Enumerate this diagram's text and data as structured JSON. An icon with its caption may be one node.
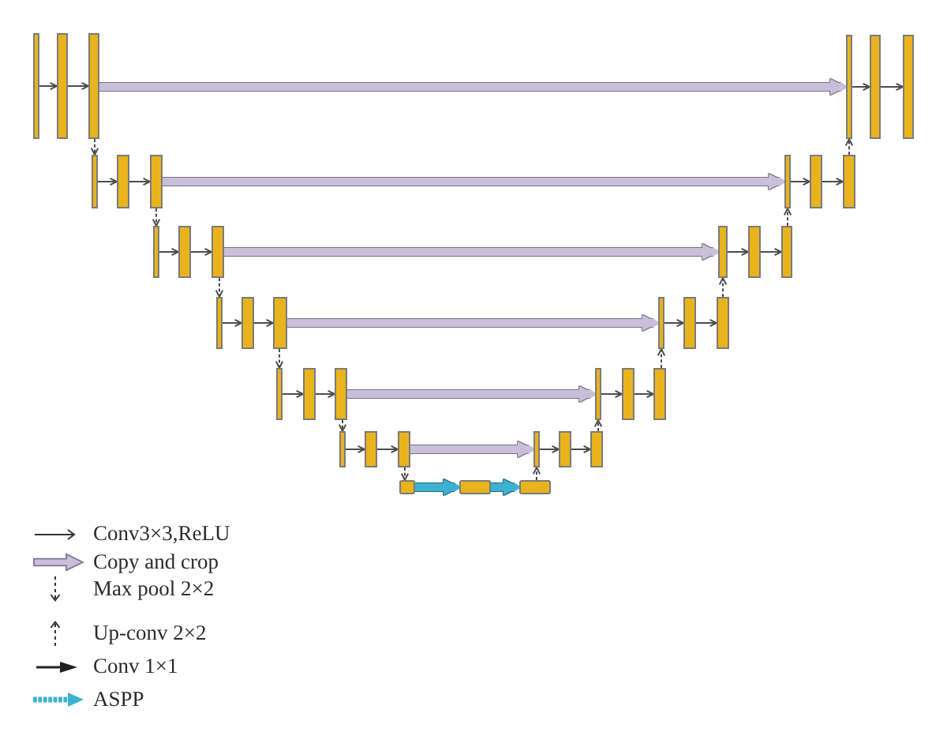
{
  "diagram": {
    "nodes": [
      {
        "text": [],
        "shape": "bar"
      },
      {
        "text": [],
        "shape": "bar"
      },
      {
        "text": [],
        "shape": "bar"
      },
      {
        "text": [],
        "shape": "bar"
      },
      {
        "text": [],
        "shape": "bar"
      },
      {
        "text": [],
        "shape": "bar"
      },
      {
        "text": [],
        "shape": "bar"
      },
      {
        "text": [],
        "shape": "bar"
      },
      {
        "text": [],
        "shape": "bar"
      },
      {
        "text": [],
        "shape": "bar"
      },
      {
        "text": [],
        "shape": "bar"
      },
      {
        "text": [],
        "shape": "bar"
      },
      {
        "text": [],
        "shape": "bar"
      },
      {
        "text": [],
        "shape": "bar"
      },
      {
        "text": [],
        "shape": "bar"
      },
      {
        "text": [],
        "shape": "bar"
      },
      {
        "text": [],
        "shape": "bar"
      },
      {
        "text": [],
        "shape": "bar"
      },
      {
        "text": [],
        "shape": "box"
      },
      {
        "text": [],
        "shape": "box"
      },
      {
        "text": [],
        "shape": "box"
      },
      {
        "text": [],
        "shape": "bar"
      },
      {
        "text": [],
        "shape": "bar"
      },
      {
        "text": [],
        "shape": "bar"
      },
      {
        "text": [],
        "shape": "bar"
      },
      {
        "text": [],
        "shape": "bar"
      },
      {
        "text": [],
        "shape": "bar"
      },
      {
        "text": [],
        "shape": "bar"
      },
      {
        "text": [],
        "shape": "bar"
      },
      {
        "text": [],
        "shape": "bar"
      },
      {
        "text": [],
        "shape": "bar"
      },
      {
        "text": [],
        "shape": "bar"
      },
      {
        "text": [],
        "shape": "bar"
      },
      {
        "text": [],
        "shape": "bar"
      },
      {
        "text": [],
        "shape": "bar"
      },
      {
        "text": [],
        "shape": "bar"
      },
      {
        "text": [],
        "shape": "bar"
      },
      {
        "text": [],
        "shape": "bar"
      },
      {
        "text": [],
        "shape": "bar"
      }
    ],
    "edges": [
      {
        "from": 0,
        "to": 1,
        "arrow": "to"
      },
      {
        "from": 1,
        "to": 2,
        "arrow": "to"
      },
      {
        "from": 2,
        "to": 3,
        "arrow": "to",
        "style": "dashed"
      },
      {
        "from": 3,
        "to": 4,
        "arrow": "to"
      },
      {
        "from": 4,
        "to": 5,
        "arrow": "to"
      },
      {
        "from": 5,
        "to": 6,
        "arrow": "to",
        "style": "dashed"
      },
      {
        "from": 6,
        "to": 7,
        "arrow": "to"
      },
      {
        "from": 7,
        "to": 8,
        "arrow": "to"
      },
      {
        "from": 8,
        "to": 9,
        "arrow": "to",
        "style": "dashed"
      },
      {
        "from": 9,
        "to": 10,
        "arrow": "to"
      },
      {
        "from": 10,
        "to": 11,
        "arrow": "to"
      },
      {
        "from": 11,
        "to": 12,
        "arrow": "to",
        "style": "dashed"
      },
      {
        "from": 12,
        "to": 13,
        "arrow": "to"
      },
      {
        "from": 13,
        "to": 14,
        "arrow": "to"
      },
      {
        "from": 14,
        "to": 15,
        "arrow": "to",
        "style": "dashed"
      },
      {
        "from": 15,
        "to": 16,
        "arrow": "to"
      },
      {
        "from": 16,
        "to": 17,
        "arrow": "to"
      },
      {
        "from": 17,
        "to": 18,
        "arrow": "to",
        "style": "dashed"
      },
      {
        "from": 18,
        "to": 19,
        "arrow": "to",
        "style": "thick",
        "color": "#3eb1d1"
      },
      {
        "from": 19,
        "to": 20,
        "arrow": "to",
        "style": "thick",
        "color": "#3eb1d1"
      },
      {
        "from": 20,
        "to": 21,
        "arrow": "to",
        "style": "dashed"
      },
      {
        "from": 21,
        "to": 22,
        "arrow": "to"
      },
      {
        "from": 22,
        "to": 23,
        "arrow": "to"
      },
      {
        "from": 23,
        "to": 24,
        "arrow": "to",
        "style": "dashed"
      },
      {
        "from": 24,
        "to": 25,
        "arrow": "to"
      },
      {
        "from": 25,
        "to": 26,
        "arrow": "to"
      },
      {
        "from": 26,
        "to": 27,
        "arrow": "to",
        "style": "dashed"
      },
      {
        "from": 27,
        "to": 28,
        "arrow": "to"
      },
      {
        "from": 28,
        "to": 29,
        "arrow": "to"
      },
      {
        "from": 29,
        "to": 30,
        "arrow": "to",
        "style": "dashed"
      },
      {
        "from": 30,
        "to": 31,
        "arrow": "to"
      },
      {
        "from": 31,
        "to": 32,
        "arrow": "to"
      },
      {
        "from": 32,
        "to": 33,
        "arrow": "to",
        "style": "dashed"
      },
      {
        "from": 33,
        "to": 34,
        "arrow": "to"
      },
      {
        "from": 34,
        "to": 35,
        "arrow": "to"
      },
      {
        "from": 35,
        "to": 36,
        "arrow": "to",
        "style": "dashed"
      },
      {
        "from": 36,
        "to": 37,
        "arrow": "to"
      },
      {
        "from": 37,
        "to": 38,
        "arrow": "to"
      },
      {
        "from": 2,
        "to": 36,
        "arrow": "to",
        "style": "thick",
        "color": "#c8c0da"
      },
      {
        "from": 5,
        "to": 33,
        "arrow": "to",
        "style": "thick",
        "color": "#c8c0da"
      },
      {
        "from": 8,
        "to": 30,
        "arrow": "to",
        "style": "thick",
        "color": "#c8c0da"
      },
      {
        "from": 11,
        "to": 27,
        "arrow": "to",
        "style": "thick",
        "color": "#c8c0da"
      },
      {
        "from": 14,
        "to": 24,
        "arrow": "to",
        "style": "thick",
        "color": "#c8c0da"
      },
      {
        "from": 17,
        "to": 21,
        "arrow": "to",
        "style": "thick",
        "color": "#c8c0da"
      }
    ],
    "legend": [
      {
        "text": "Conv3×3,ReLU"
      },
      {
        "text": "Copy and crop"
      },
      {
        "text": "Max pool 2×2"
      },
      {
        "text": "Up-conv 2×2"
      },
      {
        "text": "Conv 1×1"
      },
      {
        "text": "ASPP"
      }
    ]
  }
}
